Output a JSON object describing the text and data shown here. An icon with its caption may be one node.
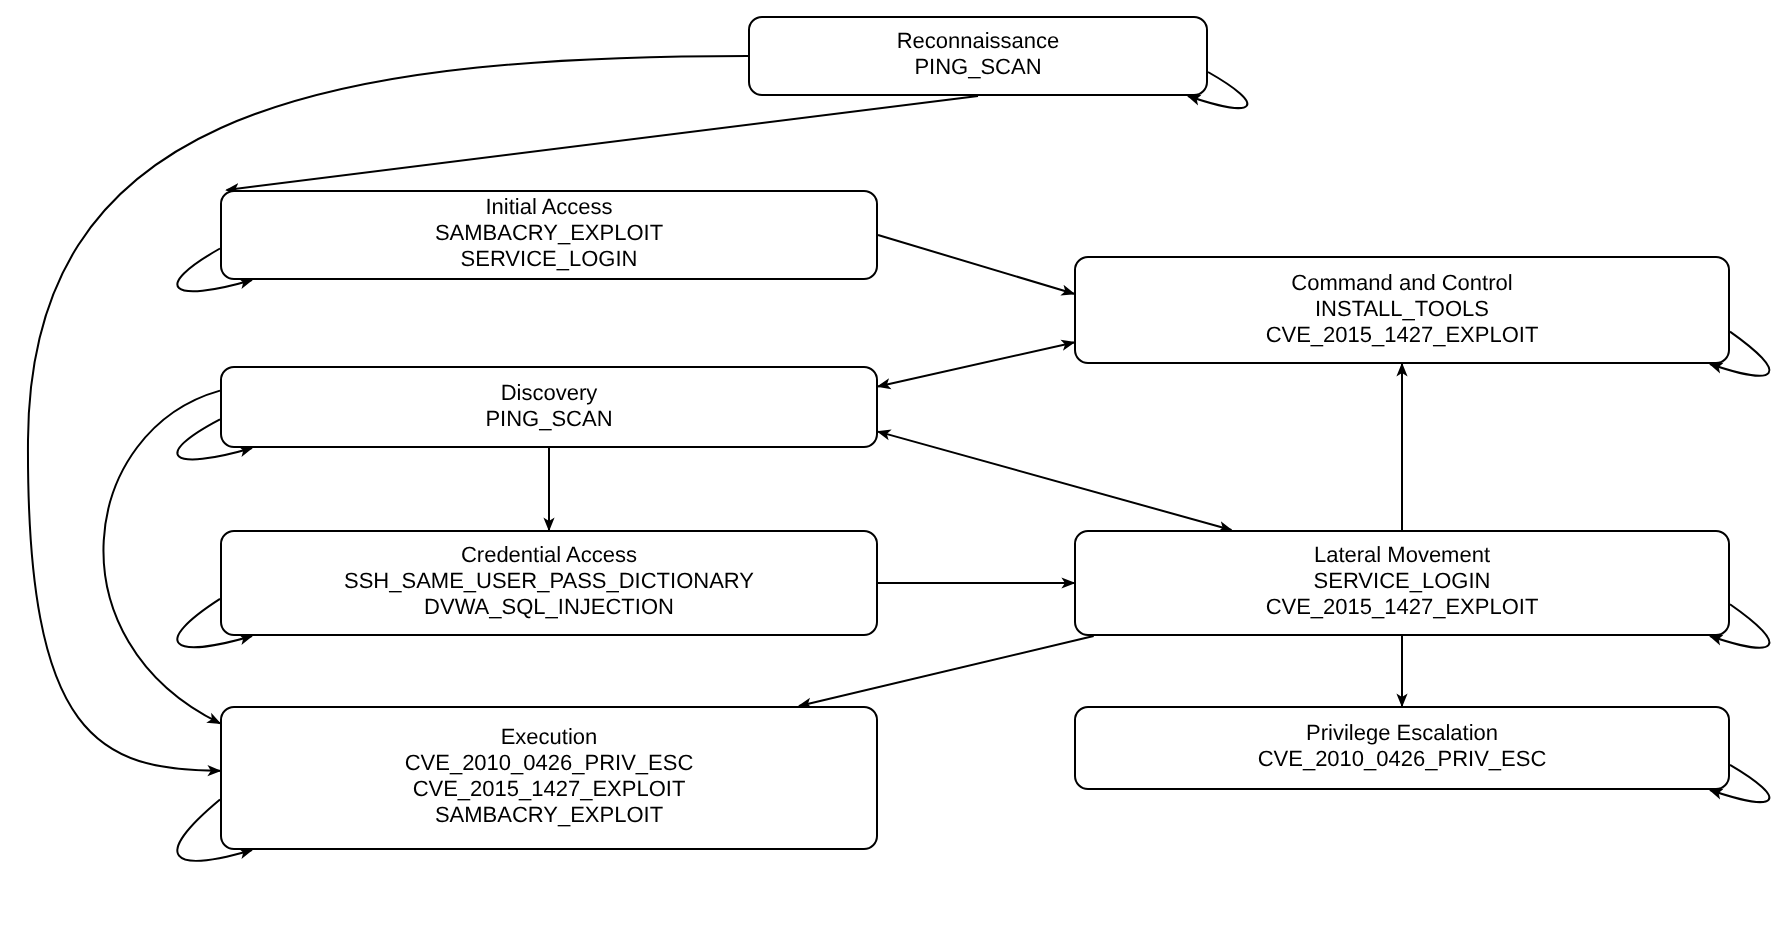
{
  "diagram": {
    "nodes": [
      {
        "text": [
          "Reconnaissance",
          "PING_SCAN"
        ]
      },
      {
        "text": [
          "Initial Access",
          "SAMBACRY_EXPLOIT",
          "SERVICE_LOGIN"
        ]
      },
      {
        "text": [
          "Command and Control",
          "INSTALL_TOOLS",
          "CVE_2015_1427_EXPLOIT"
        ]
      },
      {
        "text": [
          "Discovery",
          "PING_SCAN"
        ]
      },
      {
        "text": [
          "Credential Access",
          "SSH_SAME_USER_PASS_DICTIONARY",
          "DVWA_SQL_INJECTION"
        ]
      },
      {
        "text": [
          "Lateral Movement",
          "SERVICE_LOGIN",
          "CVE_2015_1427_EXPLOIT"
        ]
      },
      {
        "text": [
          "Execution",
          "CVE_2010_0426_PRIV_ESC",
          "CVE_2015_1427_EXPLOIT",
          "SAMBACRY_EXPLOIT"
        ]
      },
      {
        "text": [
          "Privilege Escalation",
          "CVE_2010_0426_PRIV_ESC"
        ]
      }
    ],
    "edges": [
      {
        "from": 0,
        "to": 1,
        "arrow": "to"
      },
      {
        "from": 0,
        "to": 6,
        "arrow": "to"
      },
      {
        "from": 0,
        "to": 0,
        "arrow": "to"
      },
      {
        "from": 1,
        "to": 1,
        "arrow": "to"
      },
      {
        "from": 1,
        "to": 2,
        "arrow": "to"
      },
      {
        "from": 3,
        "to": 2,
        "arrow": "both"
      },
      {
        "from": 3,
        "to": 4,
        "arrow": "to"
      },
      {
        "from": 3,
        "to": 6,
        "arrow": "to"
      },
      {
        "from": 3,
        "to": 3,
        "arrow": "to"
      },
      {
        "from": 3,
        "to": 5,
        "arrow": "both"
      },
      {
        "from": 4,
        "to": 5,
        "arrow": "to"
      },
      {
        "from": 4,
        "to": 4,
        "arrow": "to"
      },
      {
        "from": 5,
        "to": 2,
        "arrow": "to"
      },
      {
        "from": 5,
        "to": 7,
        "arrow": "to"
      },
      {
        "from": 5,
        "to": 6,
        "arrow": "to"
      },
      {
        "from": 5,
        "to": 5,
        "arrow": "to"
      },
      {
        "from": 2,
        "to": 2,
        "arrow": "to"
      },
      {
        "from": 6,
        "to": 6,
        "arrow": "to"
      },
      {
        "from": 7,
        "to": 7,
        "arrow": "to"
      }
    ]
  }
}
